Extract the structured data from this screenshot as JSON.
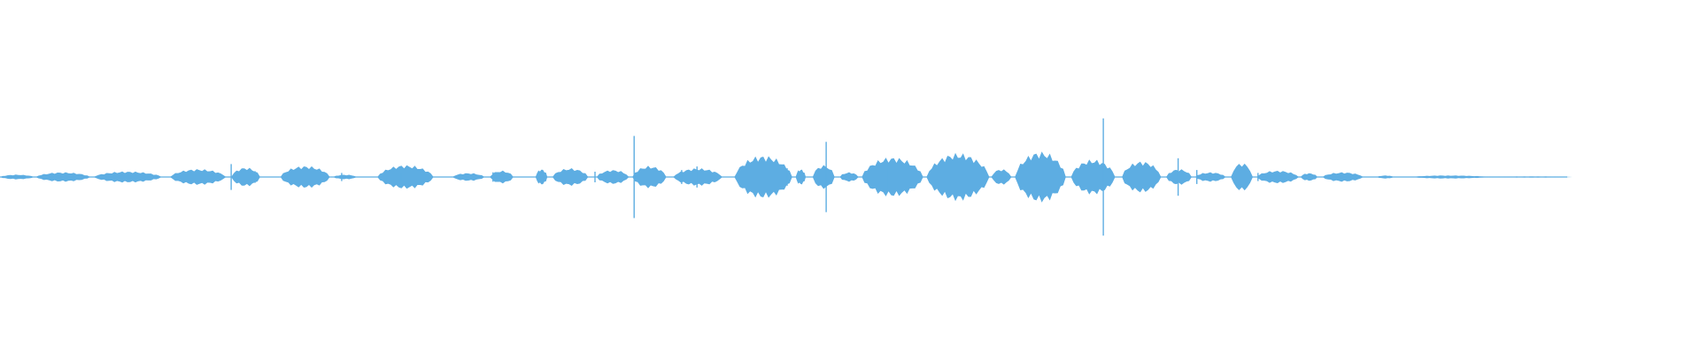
{
  "waveform": {
    "color": "#5DADE2",
    "segments": [
      {
        "start": 0.0,
        "end": 0.02,
        "amp": 0.03
      },
      {
        "start": 0.021,
        "end": 0.053,
        "amp": 0.06
      },
      {
        "start": 0.055,
        "end": 0.095,
        "amp": 0.07
      },
      {
        "start": 0.1,
        "end": 0.133,
        "amp": 0.1
      },
      {
        "start": 0.136,
        "end": 0.153,
        "amp": 0.12
      },
      {
        "start": 0.165,
        "end": 0.194,
        "amp": 0.14
      },
      {
        "start": 0.196,
        "end": 0.21,
        "amp": 0.03
      },
      {
        "start": 0.222,
        "end": 0.255,
        "amp": 0.15
      },
      {
        "start": 0.266,
        "end": 0.285,
        "amp": 0.05
      },
      {
        "start": 0.288,
        "end": 0.302,
        "amp": 0.08
      },
      {
        "start": 0.315,
        "end": 0.322,
        "amp": 0.1
      },
      {
        "start": 0.325,
        "end": 0.346,
        "amp": 0.11
      },
      {
        "start": 0.351,
        "end": 0.37,
        "amp": 0.09
      },
      {
        "start": 0.372,
        "end": 0.392,
        "amp": 0.14
      },
      {
        "start": 0.396,
        "end": 0.425,
        "amp": 0.11
      },
      {
        "start": 0.432,
        "end": 0.466,
        "amp": 0.27
      },
      {
        "start": 0.468,
        "end": 0.474,
        "amp": 0.1
      },
      {
        "start": 0.478,
        "end": 0.491,
        "amp": 0.15
      },
      {
        "start": 0.494,
        "end": 0.505,
        "amp": 0.06
      },
      {
        "start": 0.507,
        "end": 0.543,
        "amp": 0.25
      },
      {
        "start": 0.545,
        "end": 0.582,
        "amp": 0.3
      },
      {
        "start": 0.583,
        "end": 0.595,
        "amp": 0.1
      },
      {
        "start": 0.597,
        "end": 0.627,
        "amp": 0.32
      },
      {
        "start": 0.63,
        "end": 0.656,
        "amp": 0.22
      },
      {
        "start": 0.66,
        "end": 0.683,
        "amp": 0.2
      },
      {
        "start": 0.686,
        "end": 0.701,
        "amp": 0.1
      },
      {
        "start": 0.703,
        "end": 0.721,
        "amp": 0.06
      },
      {
        "start": 0.724,
        "end": 0.737,
        "amp": 0.18
      },
      {
        "start": 0.739,
        "end": 0.764,
        "amp": 0.08
      },
      {
        "start": 0.765,
        "end": 0.775,
        "amp": 0.05
      },
      {
        "start": 0.778,
        "end": 0.802,
        "amp": 0.06
      },
      {
        "start": 0.81,
        "end": 0.82,
        "amp": 0.02
      },
      {
        "start": 0.83,
        "end": 0.875,
        "amp": 0.02
      },
      {
        "start": 0.875,
        "end": 0.925,
        "amp": 0.007
      }
    ],
    "spikes": [
      {
        "pos": 0.136,
        "amp": 0.22
      },
      {
        "pos": 0.15,
        "amp": 0.1
      },
      {
        "pos": 0.201,
        "amp": 0.07
      },
      {
        "pos": 0.236,
        "amp": 0.06
      },
      {
        "pos": 0.29,
        "amp": 0.08
      },
      {
        "pos": 0.35,
        "amp": 0.09
      },
      {
        "pos": 0.373,
        "amp": 0.7
      },
      {
        "pos": 0.401,
        "amp": 0.12
      },
      {
        "pos": 0.41,
        "amp": 0.18
      },
      {
        "pos": 0.463,
        "amp": 0.15
      },
      {
        "pos": 0.486,
        "amp": 0.6
      },
      {
        "pos": 0.522,
        "amp": 0.2
      },
      {
        "pos": 0.649,
        "amp": 1.0
      },
      {
        "pos": 0.693,
        "amp": 0.32
      },
      {
        "pos": 0.704,
        "amp": 0.12
      },
      {
        "pos": 0.74,
        "amp": 0.07
      }
    ]
  }
}
